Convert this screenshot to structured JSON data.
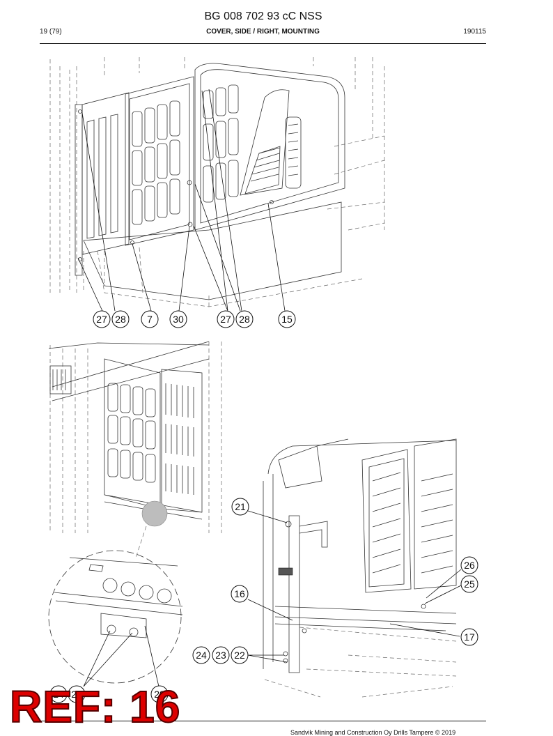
{
  "header": {
    "doc_code": "BG 008 702 93 cC NSS",
    "page": "19 (79)",
    "title": "COVER, SIDE / RIGHT, MOUNTING",
    "date": "190115"
  },
  "footer": {
    "copyright": "Sandvik Mining and Construction Oy Drills Tampere © 2019"
  },
  "stamp": {
    "ref": "REF: 16"
  },
  "figure_top": {
    "callouts": [
      "27",
      "28",
      "7",
      "30",
      "27",
      "28",
      "15"
    ]
  },
  "figure_bottom_left": {
    "callouts": [
      "24",
      "25",
      "29"
    ]
  },
  "figure_bottom_right": {
    "callouts": [
      "21",
      "26",
      "25",
      "16",
      "17",
      "24",
      "23",
      "22"
    ]
  }
}
